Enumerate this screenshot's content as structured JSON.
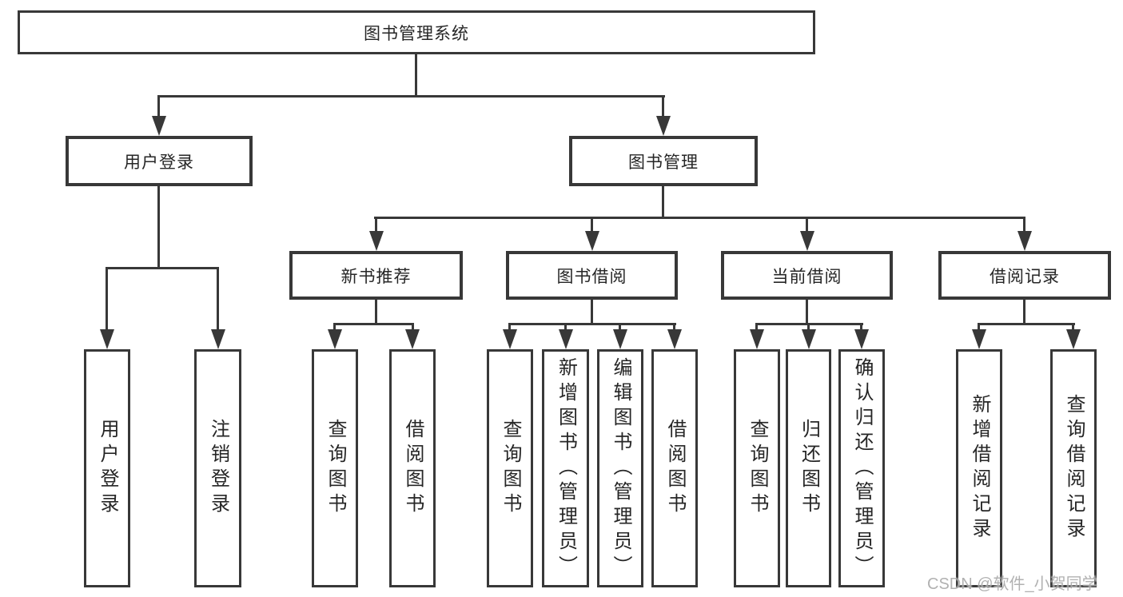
{
  "tree": {
    "label": "图书管理系统",
    "children": [
      {
        "label": "用户登录",
        "children": [
          {
            "label": "用户登录"
          },
          {
            "label": "注销登录"
          }
        ]
      },
      {
        "label": "图书管理",
        "children": [
          {
            "label": "新书推荐",
            "children": [
              {
                "label": "查询图书"
              },
              {
                "label": "借阅图书"
              }
            ]
          },
          {
            "label": "图书借阅",
            "children": [
              {
                "label": "查询图书"
              },
              {
                "label": "新增图书（管理员）"
              },
              {
                "label": "编辑图书（管理员）"
              },
              {
                "label": "借阅图书"
              }
            ]
          },
          {
            "label": "当前借阅",
            "children": [
              {
                "label": "查询图书"
              },
              {
                "label": "归还图书"
              },
              {
                "label": "确认归还（管理员）"
              }
            ]
          },
          {
            "label": "借阅记录",
            "children": [
              {
                "label": "新增借阅记录"
              },
              {
                "label": "查询借阅记录"
              }
            ]
          }
        ]
      }
    ]
  },
  "watermark": "CSDN @软件_小贺同学",
  "colors": {
    "line": "#383838",
    "box_border": "#383838",
    "text": "#262626",
    "background": "#ffffff",
    "watermark": "#9e9e9e"
  }
}
